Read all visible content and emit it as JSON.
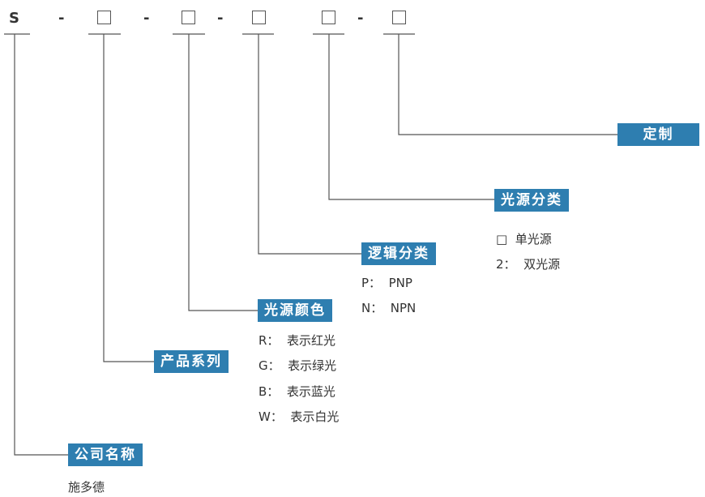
{
  "code": {
    "prefix": "S",
    "dash": "-",
    "box": "□"
  },
  "accent": "#2e7eb0",
  "line_color": "#555555",
  "labels": {
    "custom": "定制",
    "light_source_type": "光源分类",
    "logic_type": "逻辑分类",
    "light_color": "光源颜色",
    "series": "产品系列",
    "company": "公司名称"
  },
  "light_source_options": [
    "□  单光源",
    "2：  双光源"
  ],
  "logic_options": [
    "P：  PNP",
    "N：  NPN"
  ],
  "color_options": [
    "R：  表示红光",
    "G：  表示绿光",
    "B：  表示蓝光",
    "W：  表示白光"
  ],
  "company_value": "施多德"
}
